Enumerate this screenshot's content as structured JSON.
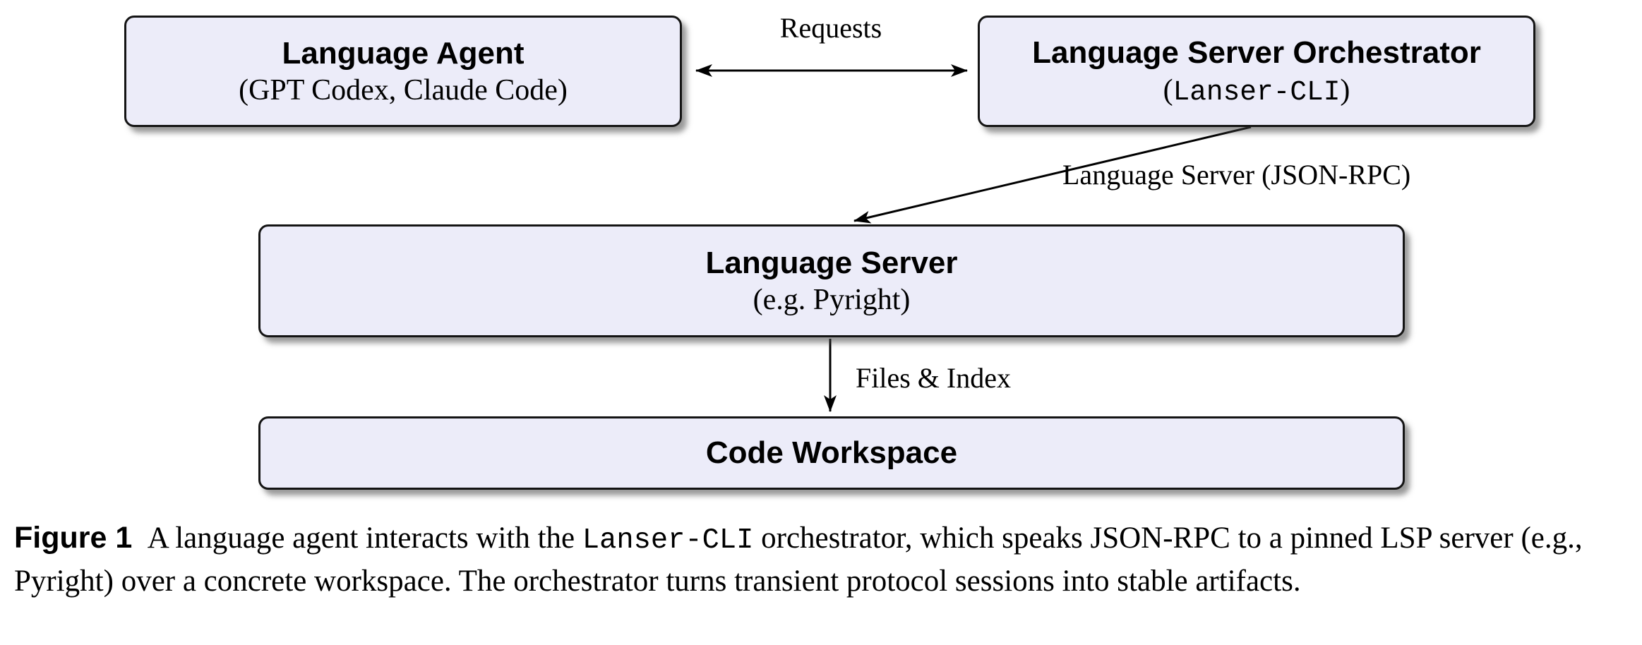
{
  "figure": {
    "background": "#ffffff",
    "box_fill": "#ececf9",
    "box_border": "#141414",
    "arrow_color": "#000000"
  },
  "nodes": {
    "agent": {
      "title": "Language Agent",
      "subtitle": [
        {
          "t": "(GPT Codex, Claude Code)"
        }
      ]
    },
    "orchestrator": {
      "title": "Language Server Orchestrator",
      "subtitle": [
        {
          "t": "("
        },
        {
          "t": "Lanser-CLI",
          "mono": true
        },
        {
          "t": ")"
        }
      ]
    },
    "server": {
      "title": "Language Server",
      "subtitle": [
        {
          "t": "(e.g. Pyright)"
        }
      ]
    },
    "workspace": {
      "title": "Code Workspace"
    }
  },
  "edges": {
    "requests": {
      "label": "Requests"
    },
    "jsonrpc": {
      "label": "Language Server (JSON-RPC)"
    },
    "files": {
      "label": "Files & Index"
    }
  },
  "caption": {
    "segments": [
      {
        "t": "Figure 1",
        "bold": true
      },
      {
        "t": "  A language agent interacts with the "
      },
      {
        "t": "Lanser-CLI",
        "mono": true
      },
      {
        "t": " orchestrator, which speaks JSON-RPC to a pinned LSP server (e.g., Pyright) over a concrete workspace. The orchestrator turns transient protocol sessions into stable artifacts."
      }
    ]
  }
}
